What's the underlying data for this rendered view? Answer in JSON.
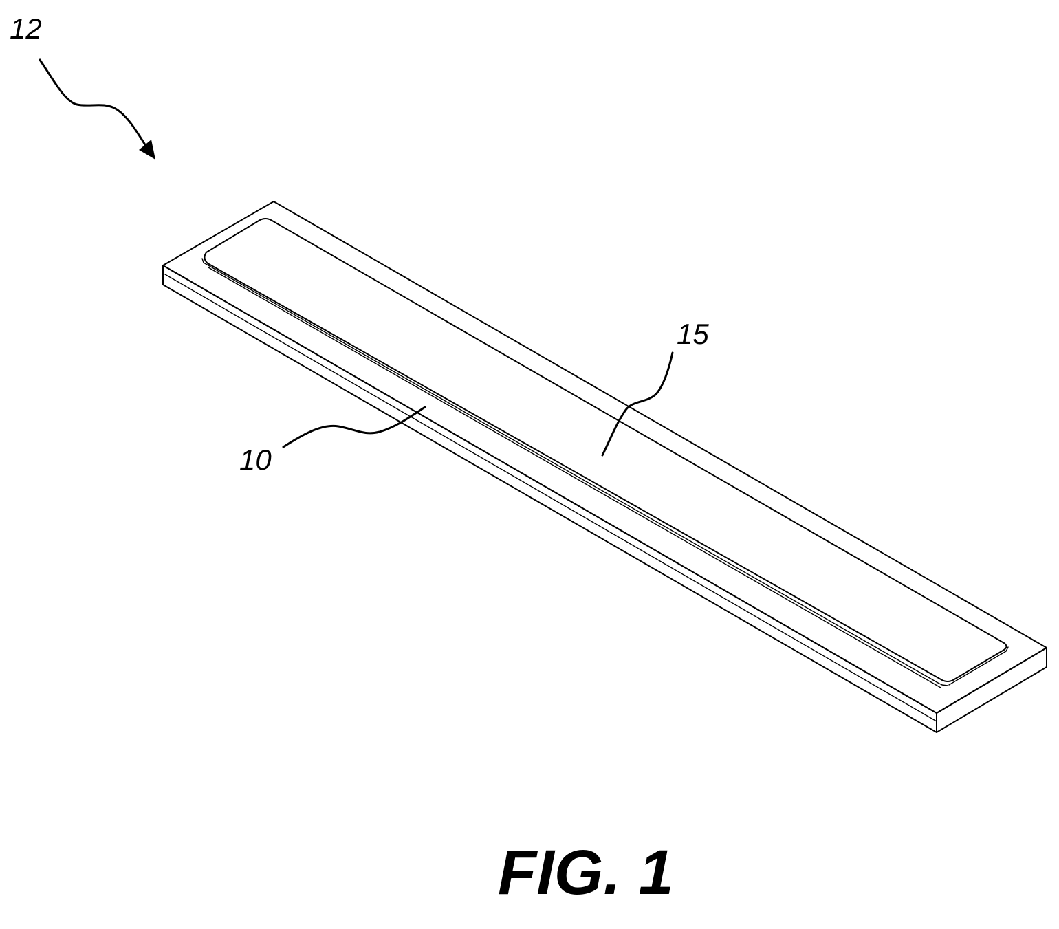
{
  "labels": {
    "assembly": "12",
    "substrate": "10",
    "surface": "15"
  },
  "caption": "FIG. 1",
  "colors": {
    "line": "#000000",
    "background": "#ffffff"
  }
}
